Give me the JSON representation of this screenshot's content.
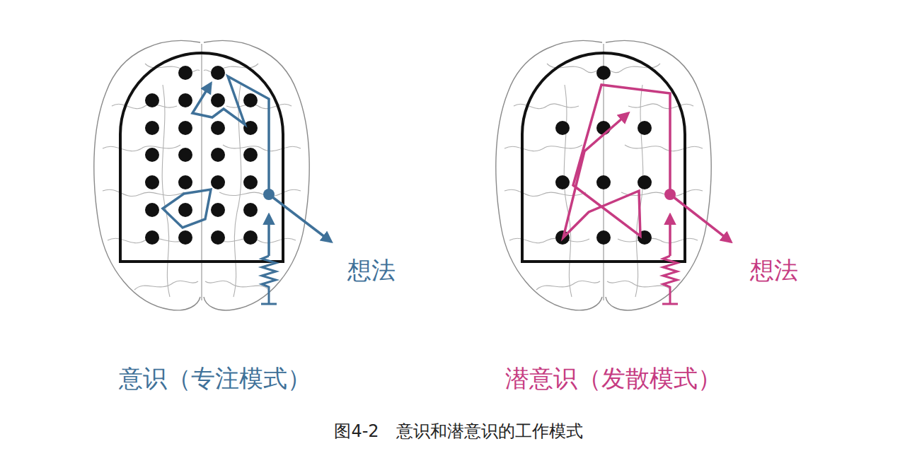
{
  "diagram": {
    "caption": "图4-2　意识和潜意识的工作模式",
    "labels": [
      "想法",
      "意识（专注模式）",
      "想法",
      "潜意识（发散模式）"
    ]
  }
}
